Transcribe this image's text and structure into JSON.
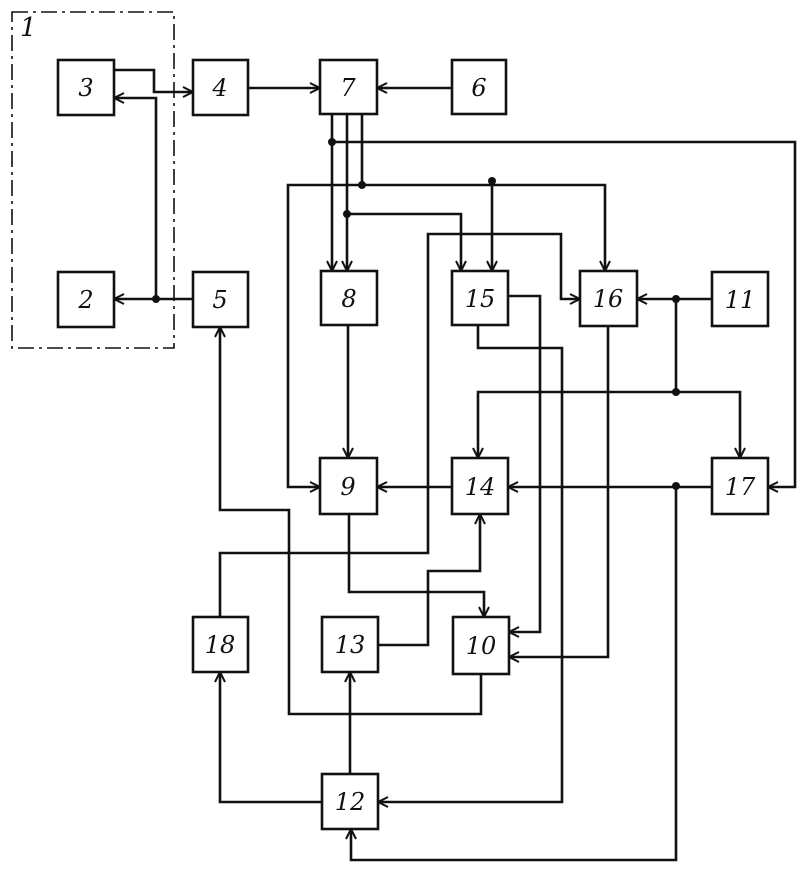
{
  "group_label": "1",
  "blocks": [
    {
      "id": "b2",
      "label": "2"
    },
    {
      "id": "b3",
      "label": "3"
    },
    {
      "id": "b4",
      "label": "4"
    },
    {
      "id": "b5",
      "label": "5"
    },
    {
      "id": "b6",
      "label": "6"
    },
    {
      "id": "b7",
      "label": "7"
    },
    {
      "id": "b8",
      "label": "8"
    },
    {
      "id": "b9",
      "label": "9"
    },
    {
      "id": "b10",
      "label": "10"
    },
    {
      "id": "b11",
      "label": "11"
    },
    {
      "id": "b12",
      "label": "12"
    },
    {
      "id": "b13",
      "label": "13"
    },
    {
      "id": "b14",
      "label": "14"
    },
    {
      "id": "b15",
      "label": "15"
    },
    {
      "id": "b16",
      "label": "16"
    },
    {
      "id": "b17",
      "label": "17"
    },
    {
      "id": "b18",
      "label": "18"
    }
  ]
}
